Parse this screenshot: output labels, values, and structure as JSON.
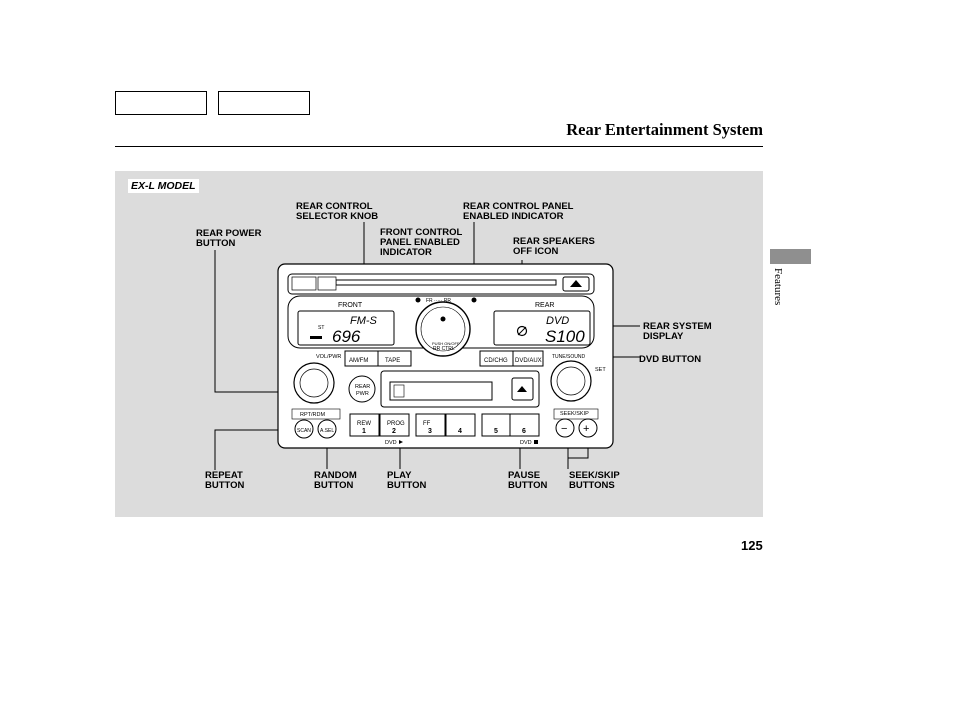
{
  "header": {
    "title": "Rear Entertainment System"
  },
  "figure": {
    "model": "EX-L MODEL"
  },
  "callouts": {
    "rear_power_button": [
      "REAR POWER",
      "BUTTON"
    ],
    "rear_control_selector_knob": [
      "REAR CONTROL",
      "SELECTOR KNOB"
    ],
    "front_control_panel_enabled_indicator": [
      "FRONT CONTROL",
      "PANEL ENABLED",
      "INDICATOR"
    ],
    "rear_control_panel_enabled_indicator": [
      "REAR CONTROL PANEL",
      "ENABLED INDICATOR"
    ],
    "rear_speakers_off_icon": [
      "REAR SPEAKERS",
      "OFF ICON"
    ],
    "rear_system_display": [
      "REAR SYSTEM",
      "DISPLAY"
    ],
    "dvd_button": [
      "DVD BUTTON"
    ],
    "repeat_button": [
      "REPEAT",
      "BUTTON"
    ],
    "random_button": [
      "RANDOM",
      "BUTTON"
    ],
    "play_button": [
      "PLAY",
      "BUTTON"
    ],
    "pause_button": [
      "PAUSE",
      "BUTTON"
    ],
    "seek_skip_buttons": [
      "SEEK/SKIP",
      "BUTTONS"
    ]
  },
  "radio": {
    "front_label": "FRONT",
    "rear_label": "REAR",
    "indicator_label": "FR ····· RR",
    "front_display_line1": "FM-S",
    "front_display_line2": "696",
    "front_display_st": "ST",
    "rear_display_line1": "DVD",
    "rear_display_line2": "S100",
    "knob_label_1": "PUSH ON/OFF",
    "knob_label_2": "RR CTRL",
    "vol_label": "VOL/PWR",
    "rear_pwr_label_1": "REAR",
    "rear_pwr_label_2": "PWR",
    "buttons": [
      "AM/FM",
      "TAPE",
      "CD/CHG",
      "DVD/AUX"
    ],
    "tune_label": "TUNE/SOUND",
    "set_label": "SET",
    "rpt_rdm_label": "RPT/RDM",
    "scan_label": "SCAN",
    "asel_label": "A.SEL",
    "presets": [
      {
        "top": "REW",
        "num": "1"
      },
      {
        "top": "PROG",
        "num": "2"
      },
      {
        "top": "FF",
        "num": "3"
      },
      {
        "top": "",
        "num": "4"
      },
      {
        "top": "",
        "num": "5"
      },
      {
        "top": "",
        "num": "6"
      }
    ],
    "dvd_play_label": "DVD",
    "dvd_pause_label": "DVD",
    "seek_skip_label": "SEEK/SKIP",
    "seek_minus": "−",
    "seek_plus": "+"
  },
  "sidebar": {
    "section": "Features"
  },
  "footer": {
    "page_number": "125"
  }
}
